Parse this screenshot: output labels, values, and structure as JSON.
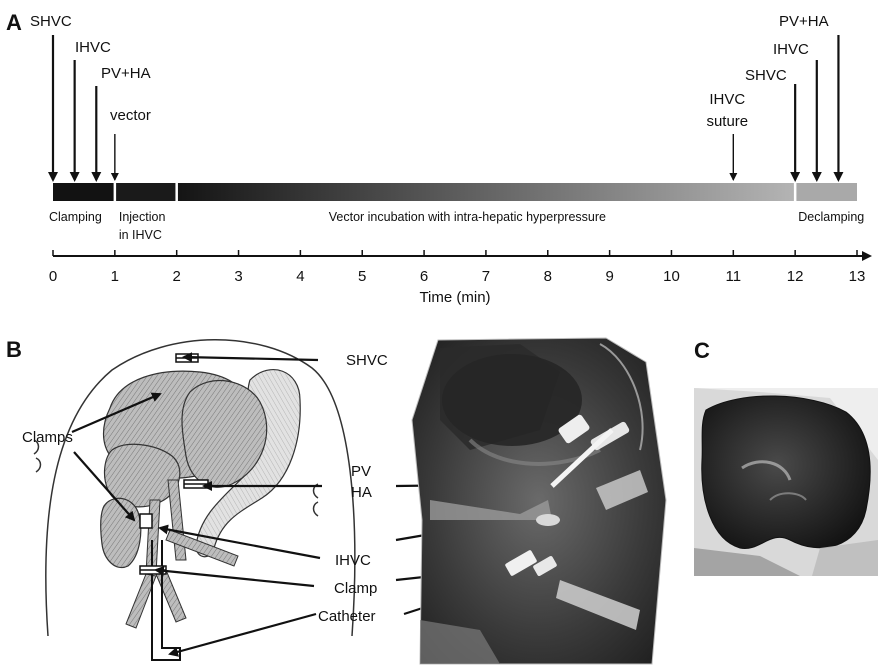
{
  "panels": {
    "a": "A",
    "b": "B",
    "c": "C"
  },
  "timeline": {
    "axis": {
      "min": 0,
      "max": 13,
      "ticks": [
        "0",
        "1",
        "2",
        "3",
        "4",
        "5",
        "6",
        "7",
        "8",
        "9",
        "10",
        "11",
        "12",
        "13"
      ],
      "title": "Time (min)"
    },
    "events_top": [
      {
        "label": "SHVC",
        "time": 0
      },
      {
        "label": "IHVC",
        "time": 0.35
      },
      {
        "label": "PV+HA",
        "time": 0.7
      },
      {
        "label": "vector",
        "time": 1.0
      }
    ],
    "events_right": [
      {
        "label": "IHVC",
        "label2": "suture",
        "time": 11
      },
      {
        "label": "SHVC",
        "time": 12
      },
      {
        "label": "IHVC",
        "time": 12.35
      },
      {
        "label": "PV+HA",
        "time": 12.7
      }
    ],
    "phases": [
      {
        "label": "Clamping",
        "start": 0,
        "end": 1
      },
      {
        "label": "Injection",
        "label2": "in IHVC",
        "start": 1,
        "end": 2
      },
      {
        "label": "Vector incubation with intra-hepatic hyperpressure",
        "start": 2,
        "end": 12
      },
      {
        "label": "Declamping",
        "start": 12,
        "end": 13
      }
    ]
  },
  "panel_b": {
    "labels": {
      "shvc": "SHVC",
      "clamps": "Clamps",
      "pv": "PV",
      "ha": "HA",
      "ihvc": "IHVC",
      "clamp": "Clamp",
      "catheter": "Catheter"
    }
  },
  "colors": {
    "bar_dark": "#111111",
    "bar_light": "#a8a8a8",
    "ink": "#111111"
  }
}
